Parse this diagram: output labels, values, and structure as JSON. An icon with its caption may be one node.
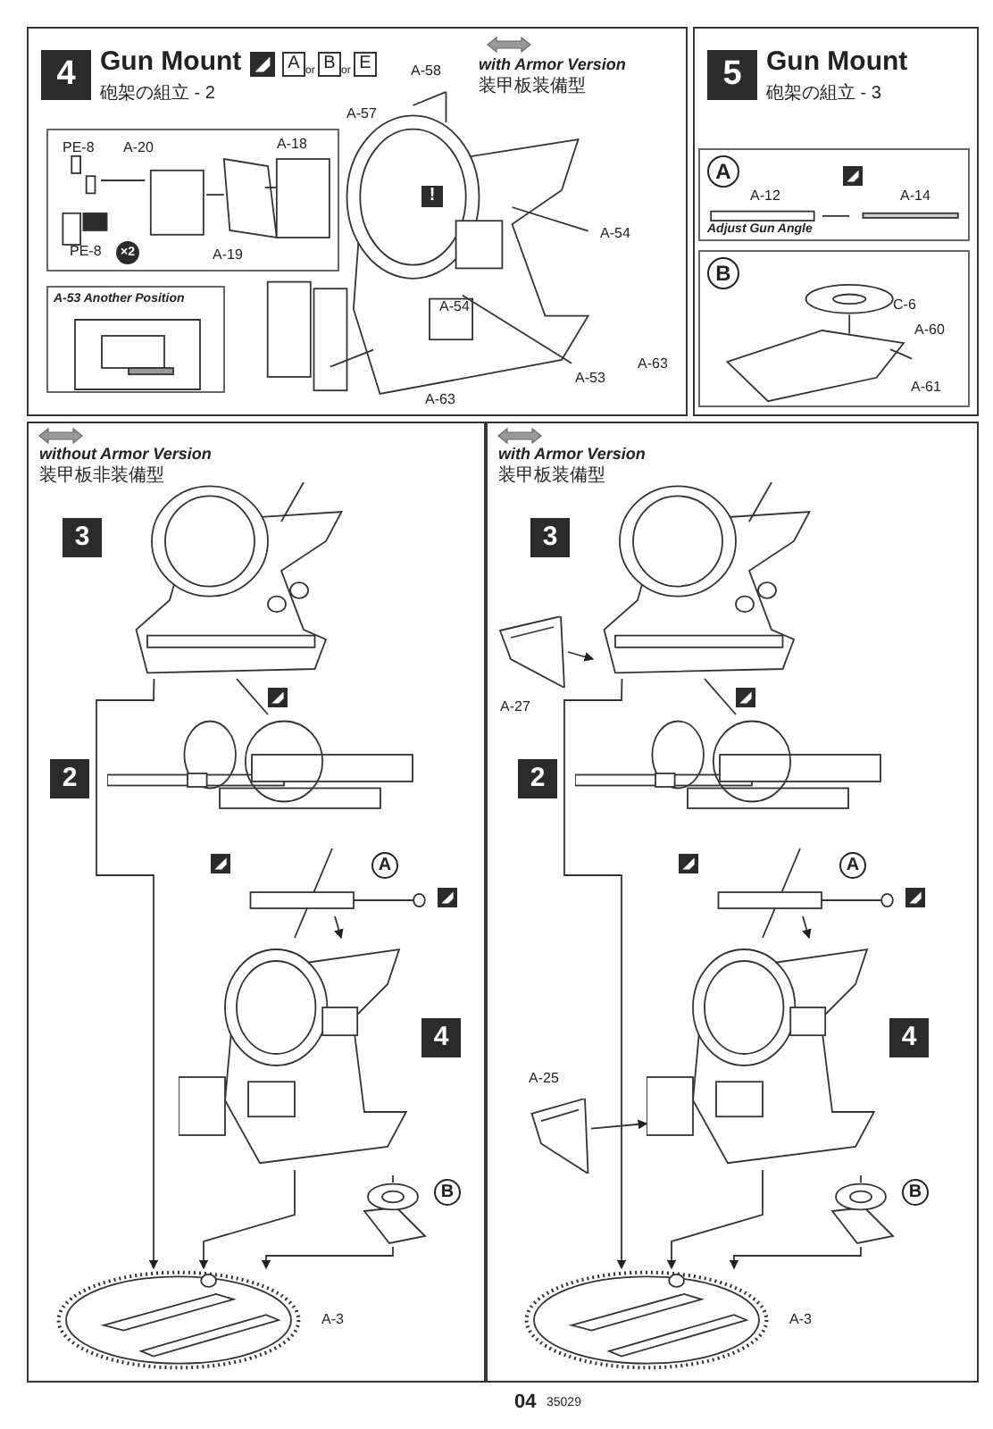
{
  "diagram": {
    "nodes": [
      {
        "text": [
          "4",
          "Gun Mount",
          "砲架の組立 - 2"
        ]
      },
      {
        "text": [
          "PE-8",
          "A-20",
          "A-18",
          "PE-8",
          "×2",
          "A-19"
        ],
        "in": 0
      },
      {
        "text": [
          "A-53 Another Position"
        ],
        "in": 0
      },
      {
        "text": [
          "5",
          "Gun Mount",
          "砲架の組立 - 3"
        ]
      },
      {
        "text": [
          "A",
          "A-12",
          "A-14",
          "Adjust Gun Angle"
        ],
        "in": 3
      },
      {
        "text": [
          "B",
          "C-6",
          "A-60",
          "A-61"
        ],
        "in": 3
      },
      {
        "text": [
          "without Armor Version",
          "装甲板非装備型"
        ]
      },
      {
        "text": [],
        "shape": "picture",
        "in": 6,
        "beside": [
          "3"
        ]
      },
      {
        "text": [],
        "shape": "picture",
        "in": 6,
        "beside": [
          "2"
        ]
      },
      {
        "text": [],
        "shape": "picture",
        "in": 6,
        "beside": [
          "A"
        ]
      },
      {
        "text": [],
        "shape": "picture",
        "in": 6,
        "beside": [
          "4"
        ]
      },
      {
        "text": [],
        "shape": "picture",
        "in": 6,
        "beside": [
          "B"
        ]
      },
      {
        "text": [],
        "shape": "picture",
        "in": 6,
        "beside": [
          "A-3"
        ]
      },
      {
        "text": [
          "with Armor Version",
          "装甲板装備型"
        ]
      },
      {
        "text": [],
        "shape": "picture",
        "in": 13,
        "beside": [
          "3"
        ]
      },
      {
        "text": [],
        "shape": "picture",
        "in": 13,
        "beside": [
          "A-27"
        ]
      },
      {
        "text": [],
        "shape": "picture",
        "in": 13,
        "beside": [
          "2"
        ]
      },
      {
        "text": [],
        "shape": "picture",
        "in": 13,
        "beside": [
          "A"
        ]
      },
      {
        "text": [],
        "shape": "picture",
        "in": 13,
        "beside": [
          "A-25"
        ]
      },
      {
        "text": [],
        "shape": "picture",
        "in": 13,
        "beside": [
          "4"
        ]
      },
      {
        "text": [],
        "shape": "picture",
        "in": 13,
        "beside": [
          "B"
        ]
      },
      {
        "text": [],
        "shape": "picture",
        "in": 13,
        "beside": [
          "A-3"
        ]
      }
    ],
    "edges": [
      {
        "from": 7,
        "to": 12,
        "arrow": "to"
      },
      {
        "from": 8,
        "to": 7,
        "arrow": "none"
      },
      {
        "from": 8,
        "to": 10,
        "arrow": "none"
      },
      {
        "from": 9,
        "to": 10,
        "arrow": "to"
      },
      {
        "from": 10,
        "to": 12,
        "arrow": "to"
      },
      {
        "from": 11,
        "to": 12,
        "arrow": "to"
      },
      {
        "from": 14,
        "to": 21,
        "arrow": "to"
      },
      {
        "from": 16,
        "to": 14,
        "arrow": "none"
      },
      {
        "from": 16,
        "to": 19,
        "arrow": "none"
      },
      {
        "from": 17,
        "to": 19,
        "arrow": "to"
      },
      {
        "from": 19,
        "to": 21,
        "arrow": "to"
      },
      {
        "from": 20,
        "to": 21,
        "arrow": "to"
      },
      {
        "from": 15,
        "to": 14,
        "arrow": "to"
      },
      {
        "from": 18,
        "to": 19,
        "arrow": "to"
      }
    ],
    "labels": [
      "A",
      "or",
      "B",
      "or",
      "E",
      "with Armor Version",
      "装甲板装備型",
      "A-58",
      "A-57",
      "!",
      "A-54",
      "A-54",
      "A-63",
      "A-53",
      "A-63",
      "04",
      "35029"
    ]
  }
}
